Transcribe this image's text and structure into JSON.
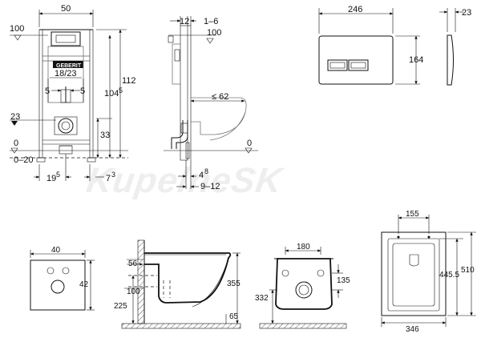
{
  "watermark": "KupelneSK",
  "frame_front": {
    "top_width": "50",
    "height_left": "100",
    "inner": "18/23",
    "side_left": "5",
    "side_right": "5",
    "total_height": "112",
    "height_104": "104",
    "height_104_sup": "5",
    "height_23": "23",
    "height_33": "33",
    "floor": "0",
    "floor_range": "0–20",
    "bottom_left": "19",
    "bottom_left_sup": "5",
    "bottom_right": "7",
    "bottom_right_sup": "3",
    "logo": "GEBERIT"
  },
  "frame_side": {
    "top_a": "12",
    "top_b": "1–6",
    "height_100": "100",
    "depth": "≤ 62",
    "floor": "0",
    "bottom_a": "4",
    "bottom_a_sup": "8",
    "bottom_b": "9–12"
  },
  "plate_front": {
    "width": "246",
    "height": "164"
  },
  "plate_side": {
    "depth": "23"
  },
  "small_plate": {
    "width": "40",
    "height": "42"
  },
  "bowl_side": {
    "d56": "56",
    "d100": "100",
    "d225": "225",
    "d355": "355",
    "d65": "65"
  },
  "bowl_rear": {
    "d180": "180",
    "d135": "135",
    "d332": "332"
  },
  "bowl_top": {
    "d155": "155",
    "d510": "510",
    "d445": "445.5",
    "d346": "346"
  }
}
